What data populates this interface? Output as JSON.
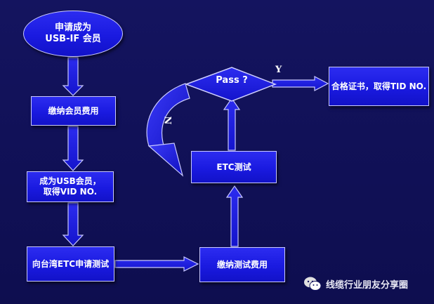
{
  "nodes": {
    "start": {
      "line1": "申请成为",
      "line2": "USB-IF 会员"
    },
    "pay_fee": "缴纳会员费用",
    "become_member": {
      "line1": "成为USB会员，",
      "line2": "取得VID NO."
    },
    "apply_etc": "向台湾ETC申请测试",
    "pay_test_fee": "缴纳测试费用",
    "etc_test": "ETC测试",
    "pass": "Pass ?",
    "certificate": "合格证书，取得TID NO."
  },
  "edge_labels": {
    "yes": "Y",
    "no": "N"
  },
  "watermark": {
    "text": "线缆行业朋友分享圈",
    "icon": "wechat-icon"
  },
  "colors": {
    "background": "#13135e",
    "node_fill": "#1f1fe6",
    "node_border": "#c8c8ff",
    "arrow_outline": "#c8c8ff"
  }
}
